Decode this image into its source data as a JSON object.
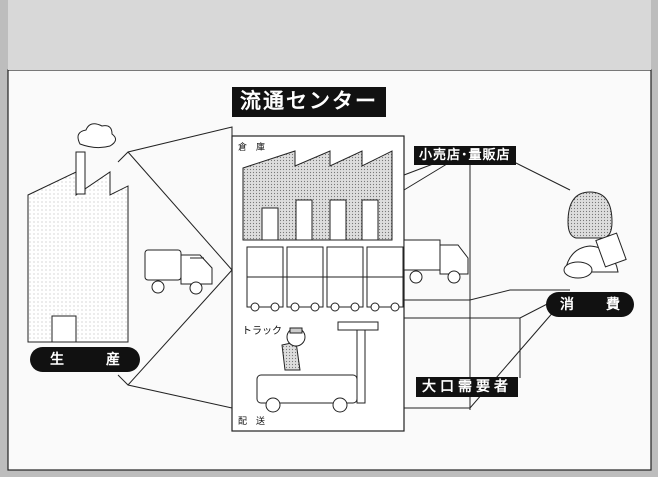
{
  "title": "流通センター",
  "labels": {
    "retail": "小売店･量販店",
    "bulk": "大口需要者",
    "warehouse": "倉　庫",
    "truck": "トラック",
    "delivery": "配　送"
  },
  "production": {
    "left": "生",
    "right": "産"
  },
  "consumption": {
    "left": "消",
    "right": "費"
  }
}
